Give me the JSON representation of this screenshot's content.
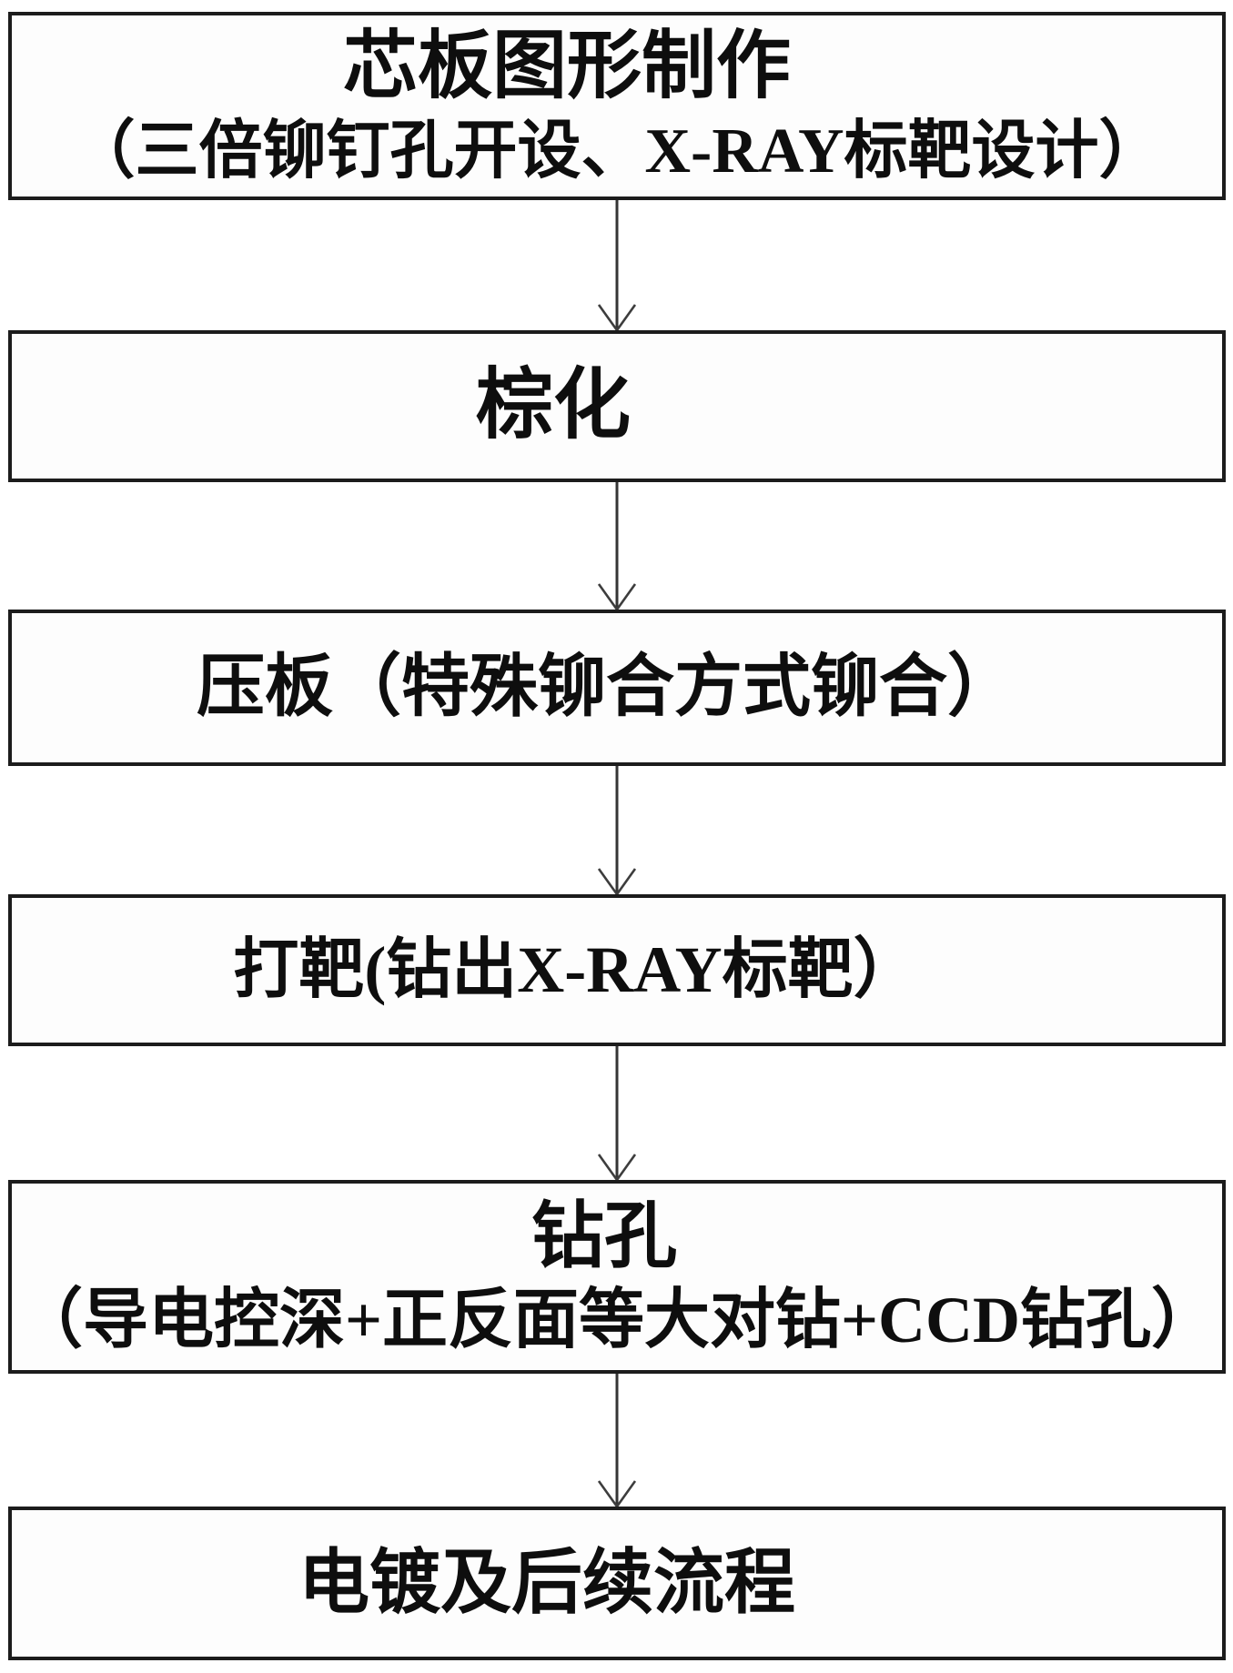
{
  "flowchart": {
    "description": "PCB manufacturing process flow diagram",
    "steps": [
      {
        "id": 1,
        "lines": [
          "芯板图形制作",
          "（三倍铆钉孔开设、X-RAY标靶设计）"
        ]
      },
      {
        "id": 2,
        "lines": [
          "棕化"
        ]
      },
      {
        "id": 3,
        "lines": [
          "压板（特殊铆合方式铆合）"
        ]
      },
      {
        "id": 4,
        "lines": [
          "打靶(钻出X-RAY标靶）"
        ]
      },
      {
        "id": 5,
        "lines": [
          "钻孔",
          "（导电控深+正反面等大对钻+CCD钻孔）"
        ]
      },
      {
        "id": 6,
        "lines": [
          "电镀及后续流程"
        ]
      }
    ],
    "connector": "down-arrow",
    "colors": {
      "background": "#ffffff",
      "box_border": "#1c1c1c",
      "text": "#0e0e0e",
      "arrow": "#353535"
    }
  }
}
